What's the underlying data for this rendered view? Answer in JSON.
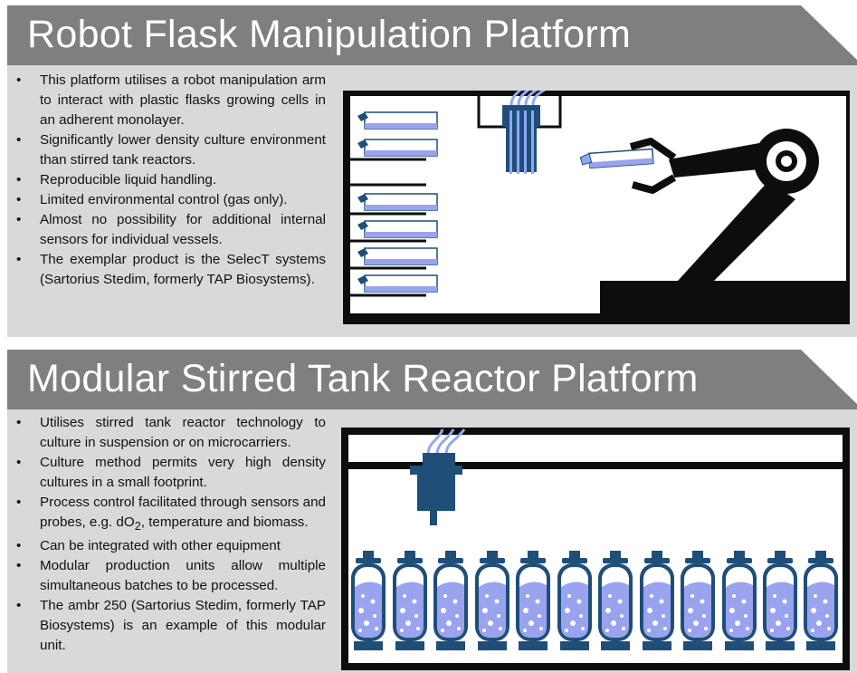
{
  "robot_section": {
    "title": "Robot Flask Manipulation Platform",
    "bullets": [
      "This platform utilises a robot manipulation arm to interact with plastic flasks growing cells in an adherent monolayer.",
      "Significantly lower density culture environment than stirred tank reactors.",
      "Reproducible liquid handling.",
      "Limited environmental control (gas only).",
      "Almost no possibility for additional internal sensors for individual vessels.",
      "The exemplar product is the SelecT systems (Sartorius Stedim, formerly TAP Biosystems)."
    ]
  },
  "stirred_section": {
    "title": "Modular Stirred Tank Reactor Platform",
    "bullets": [
      "Utilises stirred tank reactor technology to culture in suspension or on microcarriers.",
      "Culture method permits very high density cultures in a small footprint.",
      "Can be integrated with other equipment",
      "Modular production units allow multiple simultaneous batches to be processed.",
      "The ambr 250 (Sartorius Stedim, formerly TAP Biosystems) is an example of this modular unit."
    ],
    "process_bullet_prefix": "Process control facilitated through sensors and probes, e.g. dO",
    "process_bullet_subscript": "2",
    "process_bullet_suffix": ", temperature and biomass."
  },
  "colors": {
    "title_bar": "#7f7f7f",
    "title_text": "#ffffff",
    "panel_bg": "#d9d9d9",
    "diagram_frame": "#0d0d0d",
    "pipette_blue": "#1f4e79",
    "tubing_blue": "#8fa9f2",
    "media_purple": "#9aa3ee"
  },
  "icons": [
    "robot-arm-icon",
    "pipette-head-icon",
    "culture-flask-icon",
    "bioreactor-vessel-icon",
    "tubing-icon"
  ]
}
